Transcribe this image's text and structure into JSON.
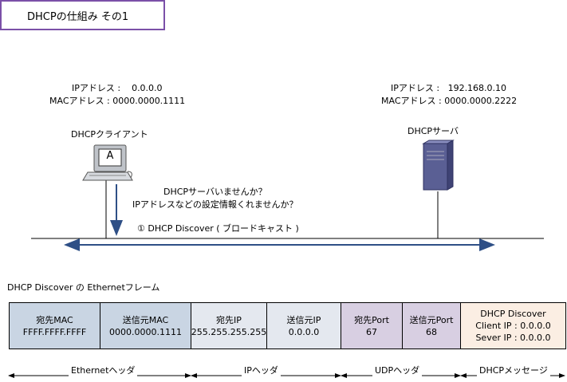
{
  "title": "DHCPの仕組み  その1",
  "client": {
    "ip_line": "IPアドレス :    0.0.0.0",
    "mac_line": "MACアドレス : 0000.0000.1111",
    "label": "DHCPクライアント",
    "screen_letter": "A"
  },
  "server": {
    "ip_line": "IPアドレス :   192.168.0.10",
    "mac_line": "MACアドレス : 0000.0000.2222",
    "label": "DHCPサーバ"
  },
  "message": {
    "line1": "DHCPサーバいませんか？",
    "line2": "IPアドレスなどの設定情報くれませんか？",
    "step": "①  DHCP Discover ( ブロードキャスト )"
  },
  "frame_title": "DHCP Discover の Ethernetフレーム",
  "frame_cells": [
    {
      "lines": [
        "宛先MAC",
        "FFFF.FFFF.FFFF"
      ],
      "color": "#c9d5e3"
    },
    {
      "lines": [
        "送信元MAC",
        "0000.0000.1111"
      ],
      "color": "#c9d5e3"
    },
    {
      "lines": [
        "宛先IP",
        "255.255.255.255"
      ],
      "color": "#e4e8ef"
    },
    {
      "lines": [
        "送信元IP",
        "0.0.0.0"
      ],
      "color": "#e4e8ef"
    },
    {
      "lines": [
        "宛先Port",
        "67"
      ],
      "color": "#d8cfe2"
    },
    {
      "lines": [
        "送信元Port",
        "68"
      ],
      "color": "#d8cfe2"
    },
    {
      "lines": [
        "DHCP Discover",
        "Client IP : 0.0.0.0",
        "Sever IP  : 0.0.0.0"
      ],
      "color": "#fbeee3"
    }
  ],
  "sections": {
    "ethernet": "Ethernetヘッダ",
    "ip": "IPヘッダ",
    "udp": "UDPヘッダ",
    "dhcp": "DHCPメッセージ"
  },
  "colors": {
    "title_border": "#7b50a8",
    "arrow": "#2e4f86",
    "pc_monitor": "#bfc3c9",
    "pc_screen": "#ffffff",
    "server_body": "#5a5f94"
  }
}
